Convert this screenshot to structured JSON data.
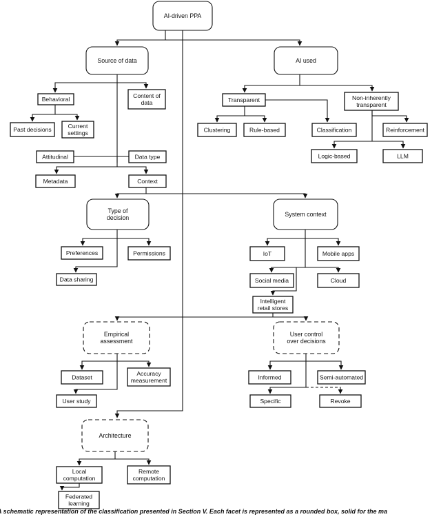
{
  "nodes": {
    "root": "AI-driven PPA",
    "source": "Source of data",
    "ai": "AI used",
    "behavioral": "Behavioral",
    "content": "Content of\ndata",
    "past": "Past decisions",
    "current": "Current\nsettings",
    "attitudinal": "Attitudinal",
    "datatype": "Data type",
    "metadata": "Metadata",
    "context": "Context",
    "transparent": "Transparent",
    "nontransparent": "Non-inherently\ntransparent",
    "clustering": "Clustering",
    "rule": "Rule-based",
    "classification": "Classification",
    "reinforcement": "Reinforcement",
    "logic": "Logic-based",
    "llm": "LLM",
    "typedecision": "Type of\ndecision",
    "systemcontext": "System context",
    "preferences": "Preferences",
    "permissions": "Permissions",
    "datasharing": "Data sharing",
    "iot": "IoT",
    "mobile": "Mobile apps",
    "social": "Social media",
    "cloud": "Cloud",
    "retail": "Intelligent\nretail stores",
    "empirical": "Empirical\nassessment",
    "usercontrol": "User control\nover decisions",
    "dataset": "Dataset",
    "accuracy": "Accuracy\nmeasurement",
    "userstudy": "User study",
    "informed": "Informed",
    "semiauto": "Semi-automated",
    "specific": "Specific",
    "revoke": "Revoke",
    "architecture": "Architecture",
    "local": "Local\ncomputation",
    "remote": "Remote\ncomputation",
    "federated": "Federated\nlearning"
  },
  "caption": "A schematic representation of the classification presented in Section V. Each facet is represented as a rounded box, solid for the ma"
}
